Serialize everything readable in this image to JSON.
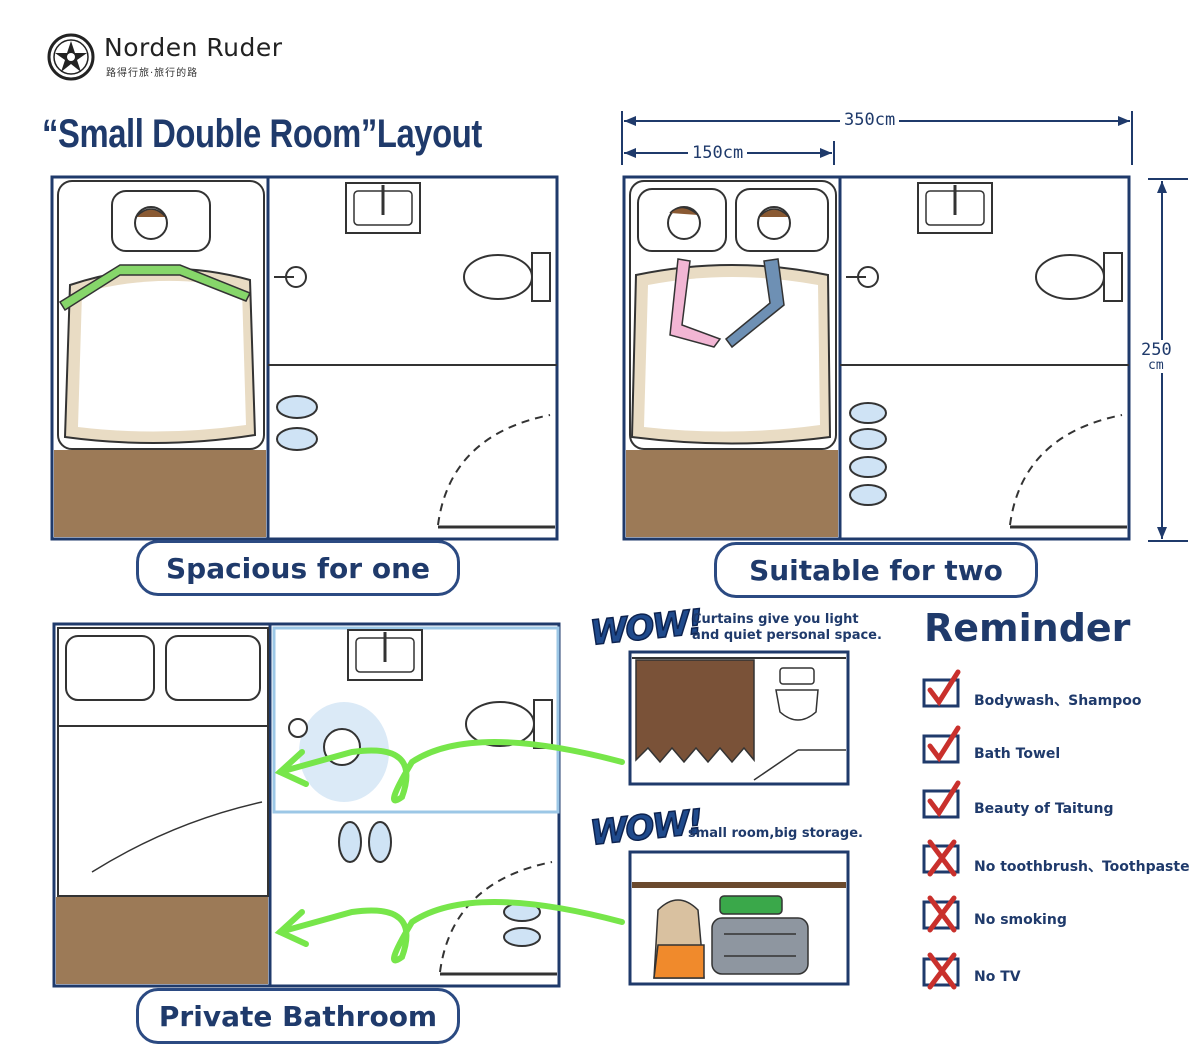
{
  "brand": {
    "name": "Norden Ruder",
    "tagline": "路得行旅·旅行的路"
  },
  "title": "“Small Double Room”Layout",
  "dimensions": {
    "total_width": "350cm",
    "bed_width": "150cm",
    "depth_value": "250",
    "depth_unit": "cm"
  },
  "captions": {
    "one": "Spacious for one",
    "two": "Suitable for two",
    "bathroom": "Private Bathroom"
  },
  "callouts": [
    {
      "exclaim": "WOW!",
      "text_line1": "Curtains give you light",
      "text_line2": "and quiet personal space."
    },
    {
      "exclaim": "WOW!",
      "text_line1": "small room,big storage.",
      "text_line2": ""
    }
  ],
  "reminder": {
    "title": "Reminder",
    "items": [
      {
        "label": "Bodywash、Shampoo",
        "mark": "check"
      },
      {
        "label": "Bath  Towel",
        "mark": "check"
      },
      {
        "label": "Beauty of Taitung",
        "mark": "check"
      },
      {
        "label": "No toothbrush、Toothpaste",
        "mark": "cross"
      },
      {
        "label": "No smoking",
        "mark": "cross"
      },
      {
        "label": "No TV",
        "mark": "cross"
      }
    ]
  },
  "colors": {
    "navy": "#1f3a6b",
    "floor": "#9c7a57",
    "blanket_shade": "#e9dcc4",
    "arrow_green": "#77e64a",
    "mark_red": "#c9302c"
  }
}
